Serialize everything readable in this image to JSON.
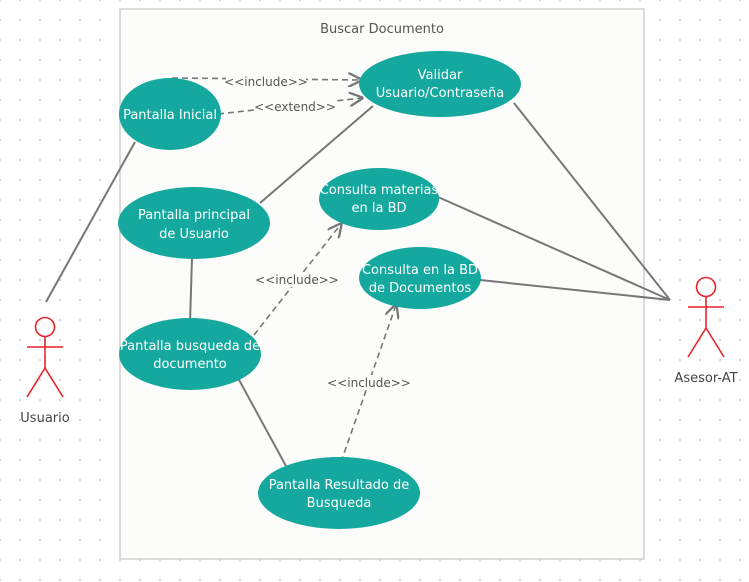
{
  "system": {
    "title": "Buscar Documento"
  },
  "actors": {
    "usuario": {
      "label": "Usuario"
    },
    "asesor": {
      "label": "Asesor-AT"
    }
  },
  "use_cases": {
    "pantalla_inicial": {
      "lines": [
        "Pantalla Inicial"
      ]
    },
    "validar": {
      "lines": [
        "Validar",
        "Usuario/Contraseña"
      ]
    },
    "pantalla_principal": {
      "lines": [
        "Pantalla principal",
        "de Usuario"
      ]
    },
    "consulta_materias": {
      "lines": [
        "Consulta materias",
        "en la BD"
      ]
    },
    "consulta_documentos": {
      "lines": [
        "Consulta en la BD",
        "de Documentos"
      ]
    },
    "pantalla_busqueda": {
      "lines": [
        "Pantalla busqueda de",
        "documento"
      ]
    },
    "pantalla_resultado": {
      "lines": [
        "Pantalla Resultado de",
        "Busqueda"
      ]
    }
  },
  "relations": {
    "include_inicial_validar": "<<include>>",
    "extend_inicial_validar": "<<extend>>",
    "include_busqueda_materias": "<<include>>",
    "include_resultado_documentos": "<<include>>"
  },
  "colors": {
    "use_case_fill": "#14A89E",
    "actor_stroke": "#E8242A",
    "line": "#777777",
    "system_border": "#D0D0D0",
    "system_fill": "#FCFCFA"
  }
}
